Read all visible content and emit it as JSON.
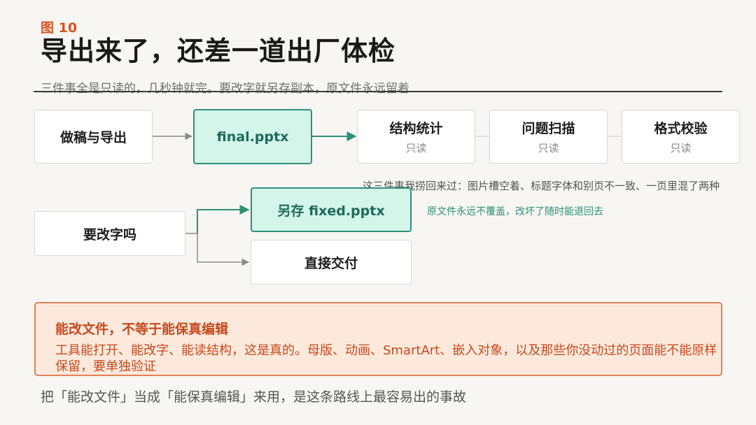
{
  "header": {
    "figure_label": "图 10",
    "title": "导出来了，还差一道出厂体检",
    "subtitle": "三件事全是只读的，几秒钟就完。要改字就另存副本，原文件永远留着"
  },
  "flow": {
    "draft_export": "做稿与导出",
    "final_file": "final.pptx",
    "checks": [
      {
        "label": "结构统计",
        "mode": "只读"
      },
      {
        "label": "问题扫描",
        "mode": "只读"
      },
      {
        "label": "格式校验",
        "mode": "只读"
      }
    ],
    "checks_note": "这三件事我捞回来过：图片槽空着、标题字体和别页不一致、一页里混了两种正文字号",
    "decision": "要改字吗",
    "save_copy": "另存 fixed.pptx",
    "deliver": "直接交付",
    "copy_note": "原文件永远不覆盖，改坏了随时能退回去"
  },
  "warning": {
    "title": "能改文件，不等于能保真编辑",
    "body": "工具能打开、能改字、能读结构，这是真的。母版、动画、SmartArt、嵌入对象，以及那些你没动过的页面能不能原样保留，要单独验证"
  },
  "footer": "把「能改文件」当成「能保真编辑」来用，是这条路线上最容易出的事故",
  "colors": {
    "accent_orange": "#d9531e",
    "teal": "#2f8f78",
    "teal_fill": "#d4f5ea",
    "warn_fill": "#fde9dc"
  }
}
